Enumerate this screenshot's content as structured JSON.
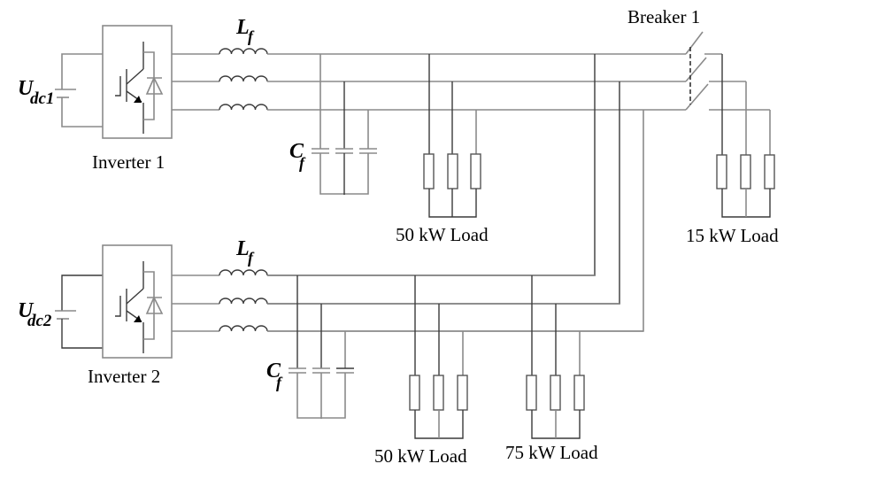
{
  "diagram": {
    "type": "electrical-schematic",
    "description": "Two parallel three-phase inverters with LC filters feeding shared loads and a breaker-switched load",
    "inverters": [
      {
        "id": "inverter-1",
        "label": "Inverter 1",
        "dc_source": {
          "symbol": "U",
          "subscript": "dc1"
        }
      },
      {
        "id": "inverter-2",
        "label": "Inverter 2",
        "dc_source": {
          "symbol": "U",
          "subscript": "dc2"
        }
      }
    ],
    "filters": {
      "inductor": {
        "symbol": "L",
        "subscript": "f"
      },
      "capacitor": {
        "symbol": "C",
        "subscript": "f"
      }
    },
    "loads": [
      {
        "id": "load-top-50",
        "label": "50 kW Load",
        "power_kw": 50,
        "feeder": "inverter-1"
      },
      {
        "id": "load-breaker-15",
        "label": "15 kW Load",
        "power_kw": 15,
        "feeder": "breaker-1"
      },
      {
        "id": "load-bottom-50",
        "label": "50 kW Load",
        "power_kw": 50,
        "feeder": "inverter-2"
      },
      {
        "id": "load-bottom-75",
        "label": "75 kW Load",
        "power_kw": 75,
        "feeder": "inverter-2"
      }
    ],
    "breaker": {
      "id": "breaker-1",
      "label": "Breaker 1",
      "state": "open"
    },
    "phases": 3,
    "colors": {
      "wire": "#8a8a8a",
      "wire_dark": "#3a3a3a",
      "text": "#000000",
      "background": "#ffffff"
    }
  }
}
